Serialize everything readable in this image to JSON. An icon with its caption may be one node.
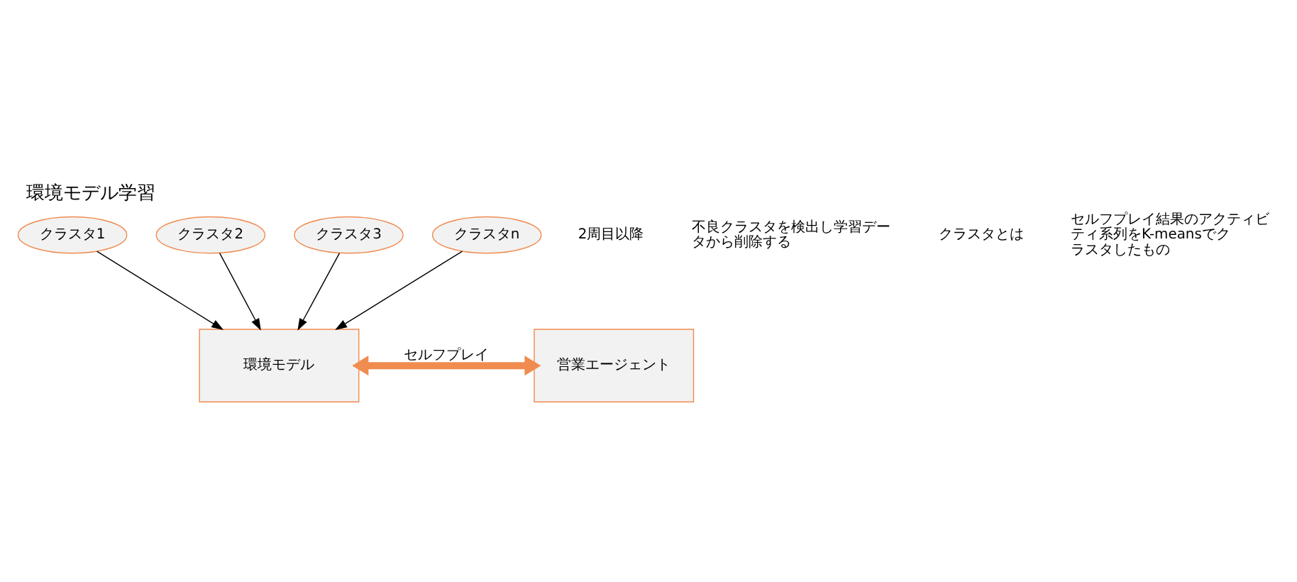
{
  "diagram": {
    "title": "環境モデル学習",
    "nodes": [
      {
        "text": [
          "クラスタ1"
        ]
      },
      {
        "text": [
          "クラスタ2"
        ]
      },
      {
        "text": [
          "クラスタ3"
        ]
      },
      {
        "text": [
          "クラスタn"
        ]
      },
      {
        "text": [
          "環境モデル"
        ]
      },
      {
        "text": [
          "営業エージェント"
        ]
      }
    ],
    "edges": [
      {
        "from": 0,
        "to": 4,
        "arrow": "to"
      },
      {
        "from": 1,
        "to": 4,
        "arrow": "to"
      },
      {
        "from": 2,
        "to": 4,
        "arrow": "to"
      },
      {
        "from": 3,
        "to": 4,
        "arrow": "to"
      },
      {
        "from": 4,
        "to": 5,
        "arrow": "both",
        "label": "セルフプレイ",
        "style": "thick",
        "color": "#f08c50"
      }
    ],
    "labels": [
      "2周目以降",
      "不良クラスタを検出し学習データから削除する",
      "クラスタとは",
      "セルフプレイ結果のアクティビティ系列をK-meansでクラスタしたもの"
    ]
  }
}
